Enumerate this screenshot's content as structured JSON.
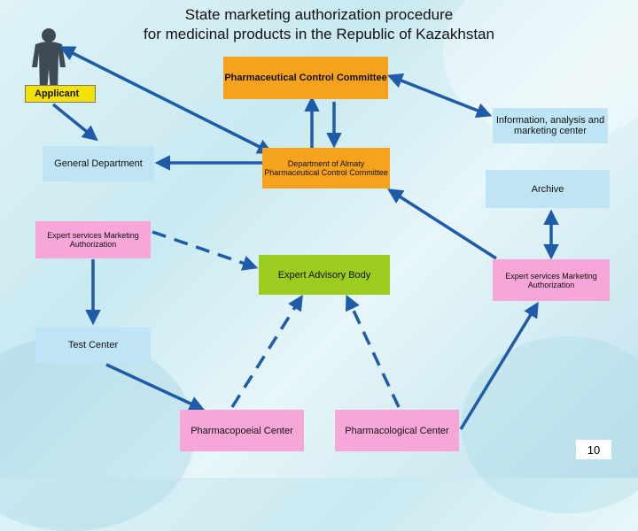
{
  "title": {
    "line1": "State marketing authorization procedure",
    "line2": "for medicinal products in the Republic of Kazakhstan"
  },
  "nodes": {
    "applicant": "Applicant",
    "pcc": "Pharmaceutical Control Committee",
    "info": "Information, analysis and marketing center",
    "general": "General Department",
    "almaty": "Department of Almaty Pharmaceutical Control Committee",
    "archive": "Archive",
    "expert_left": "Expert services Marketing Authorization",
    "advisory": "Expert Advisory Body",
    "expert_right": "Expert services Marketing Authorization",
    "test": "Test Center",
    "pharmacop": "Pharmacopoeial Center",
    "pharmacol": "Pharmacological Center"
  },
  "page_number": "10",
  "colors": {
    "arrow": "#1f5ba8",
    "orange": "#f6a21c",
    "blue": "#bfe4f5",
    "pink": "#f7a6d8",
    "green": "#9ccc1f",
    "yellow": "#f3e200"
  },
  "icons": {
    "applicant": "person-icon"
  }
}
